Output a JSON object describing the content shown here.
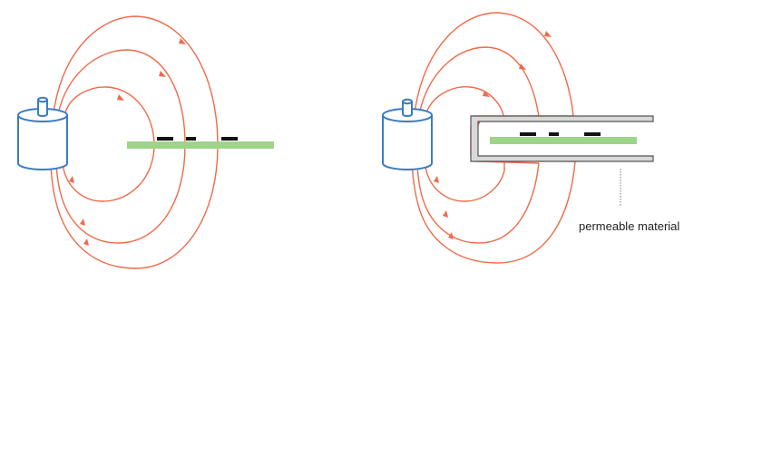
{
  "labels": {
    "permeable_material": "permeable material"
  },
  "colors": {
    "field_lines": "#f06a4a",
    "magnet_outline": "#3a7cc4",
    "magnet_fill": "#ffffff",
    "board": "#9ed48a",
    "components": "#111111",
    "shield_outline": "#555555",
    "shield_fill": "#d9d9d9",
    "leader_line": "#777777"
  },
  "icons": {
    "magnet": "cylinder-magnet-icon",
    "board": "circuit-board",
    "shield": "u-shaped-shield"
  },
  "diagrams": [
    {
      "id": "unshielded",
      "field_line_count": 3,
      "component_count": 3,
      "shielded": false
    },
    {
      "id": "shielded",
      "field_line_count": 3,
      "component_count": 3,
      "shielded": true
    }
  ]
}
